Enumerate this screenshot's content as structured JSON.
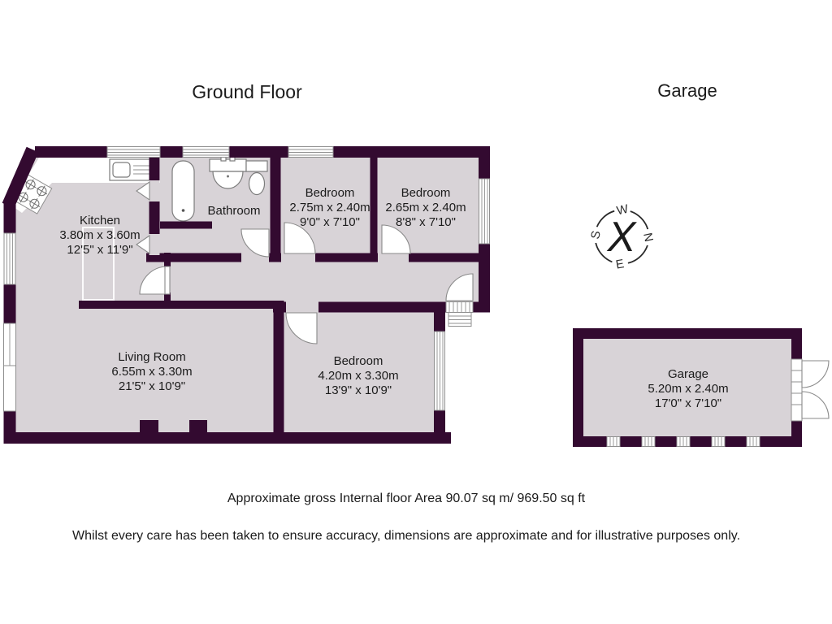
{
  "titles": {
    "ground_floor": "Ground Floor",
    "garage_plan": "Garage"
  },
  "rooms": {
    "kitchen": {
      "name": "Kitchen",
      "metric": "3.80m x 3.60m",
      "imperial": "12'5\" x 11'9\""
    },
    "bathroom": {
      "name": "Bathroom"
    },
    "bedroom_top_left": {
      "name": "Bedroom",
      "metric": "2.75m x 2.40m",
      "imperial": "9'0\" x 7'10\""
    },
    "bedroom_top_right": {
      "name": "Bedroom",
      "metric": "2.65m x 2.40m",
      "imperial": "8'8\" x 7'10\""
    },
    "living_room": {
      "name": "Living Room",
      "metric": "6.55m x 3.30m",
      "imperial": "21'5\" x 10'9\""
    },
    "bedroom_bottom": {
      "name": "Bedroom",
      "metric": "4.20m x 3.30m",
      "imperial": "13'9\" x 10'9\""
    },
    "garage": {
      "name": "Garage",
      "metric": "5.20m x 2.40m",
      "imperial": "17'0\" x 7'10\""
    }
  },
  "compass": {
    "north": "N",
    "east": "E",
    "south": "S",
    "west": "W",
    "center_mark": "X"
  },
  "footer": {
    "area_line": "Approximate gross Internal floor Area 90.07 sq m/ 969.50 sq ft",
    "disclaimer": "Whilst every care has been taken to ensure accuracy, dimensions are approximate and for illustrative purposes only."
  },
  "colors": {
    "wall": "#330a30",
    "floor": "#d8d3d7",
    "compass_x": "#9fc9d3",
    "text": "#1b1b1b"
  }
}
